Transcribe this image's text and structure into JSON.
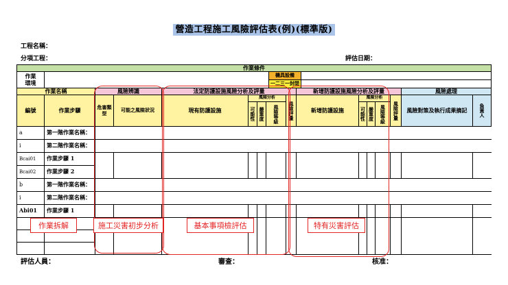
{
  "title": "營造工程施工風險評估表(例)(標準版)",
  "meta": {
    "project_label": "工程名稱：",
    "subproject_label": "分項工程：",
    "date_label": "評估日期："
  },
  "table": {
    "work_conditions": "作業條件",
    "work_env_l1": "作業",
    "work_env_l2": "環境",
    "orange_tag": "機具設備",
    "yellow_tag": "一二三一封閉",
    "headers": {
      "work_name": "作業名稱",
      "risk_id": "風險辨識",
      "legal": "法定防護設施風險分析及評量",
      "new": "新增防護設施風險分析及評量",
      "handling": "風險處理",
      "code": "編號",
      "step": "作業步驟",
      "hazard_type": "危害類型",
      "possible_risk": "可能之風險狀況",
      "existing": "現有防護設施",
      "risk_analysis": "風險分析",
      "possibility": "可能性",
      "severity": "嚴重度",
      "risk_level": "風險等級",
      "acceptable": "風險評量",
      "new_measure": "新增防護設施",
      "countermeasure": "風險對策及執行成果摘記",
      "responsible": "負責人"
    },
    "rows": [
      {
        "code": "a",
        "step": "第一階作業名稱："
      },
      {
        "code": "i",
        "step": "第二階作業名稱："
      },
      {
        "code": "Bcai01",
        "step": "作業步驟 1"
      },
      {
        "code": "Bcai02",
        "step": "作業步驟 2"
      },
      {
        "code": "b",
        "step": "第一階作業名稱："
      },
      {
        "code": "i",
        "step": "第二階作業名稱："
      },
      {
        "code": "Abi01",
        "step": "作業步驟 1"
      },
      {
        "code": "",
        "step": ""
      },
      {
        "code": "",
        "step": ""
      },
      {
        "code": "",
        "step": ""
      }
    ]
  },
  "annotations": {
    "work_breakdown": "作業拆解",
    "initial_analysis": "施工災害初步分析",
    "basic_check": "基本事項檢評估",
    "special_hazard": "特有災害評估"
  },
  "signatures": {
    "evaluator": "評估人員：",
    "reviewer": "審查：",
    "approver": "核准："
  }
}
